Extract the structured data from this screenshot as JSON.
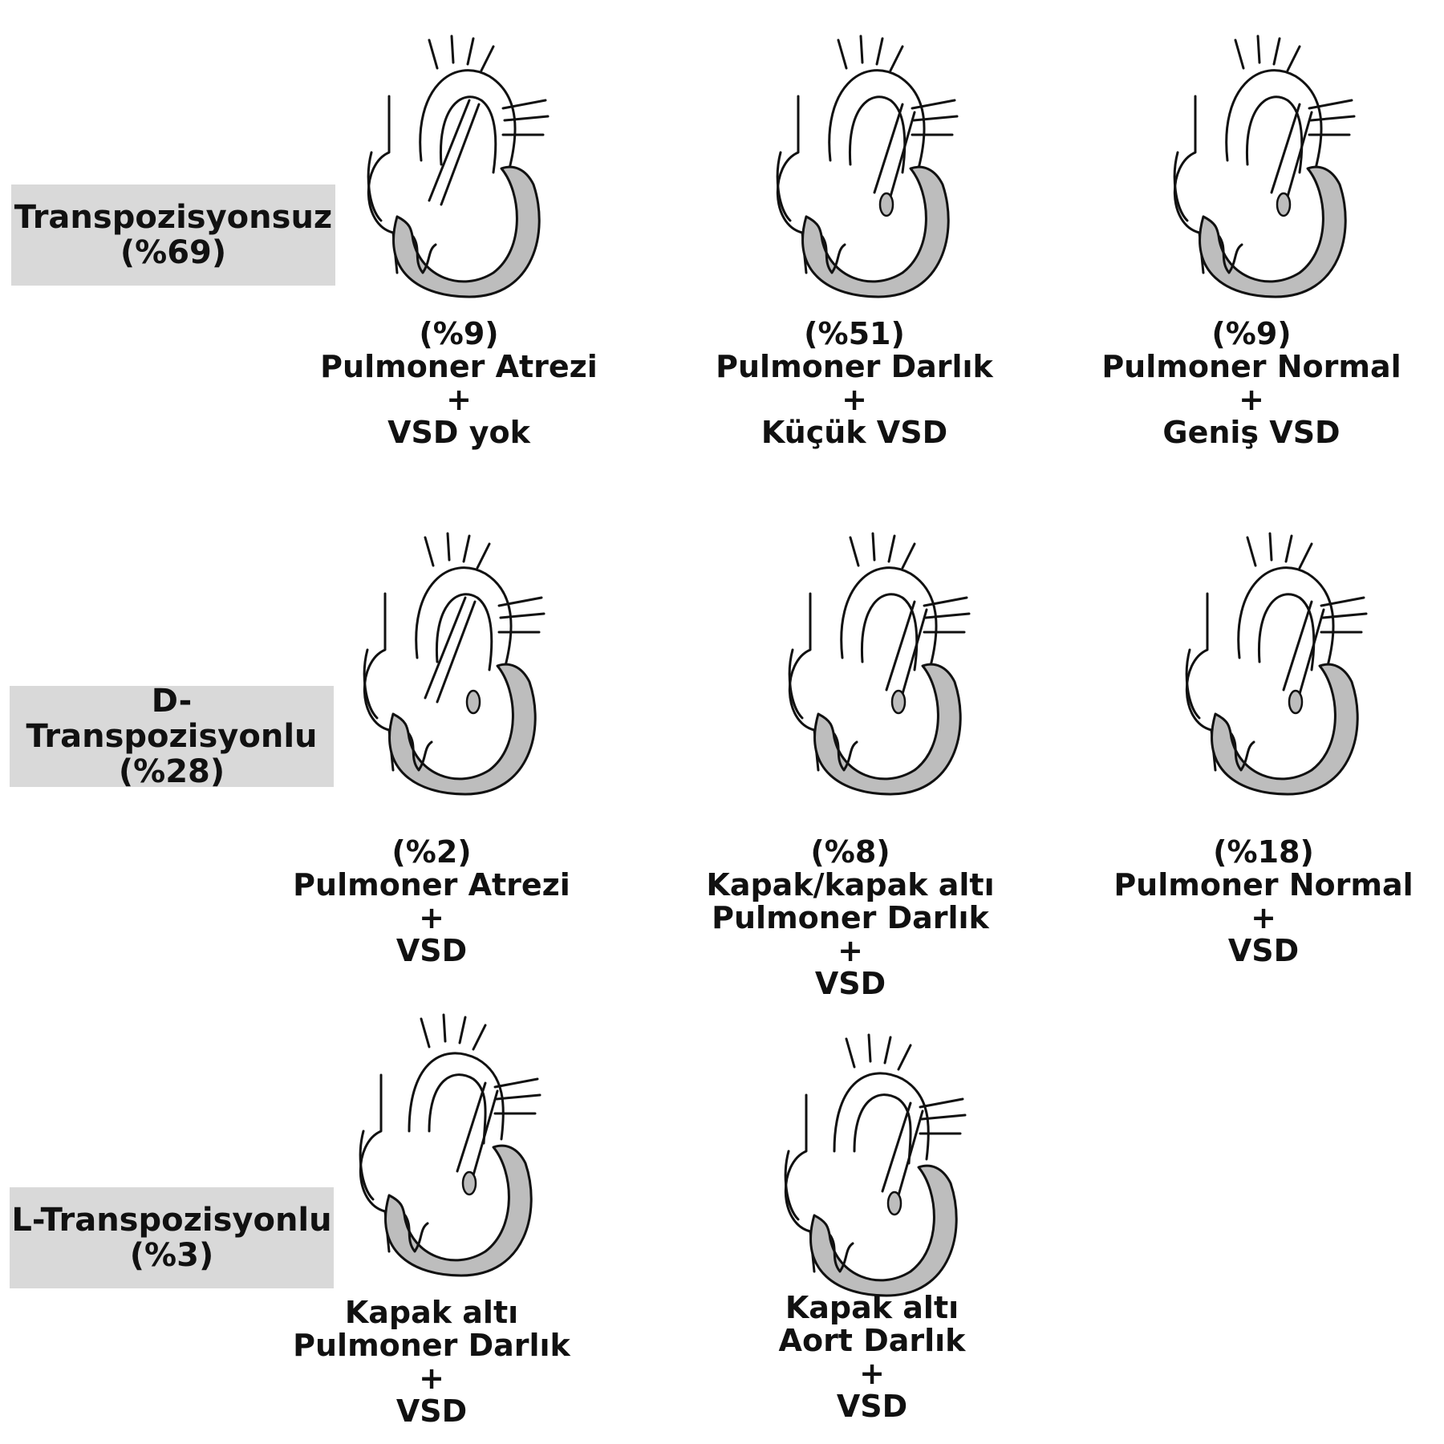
{
  "categories": [
    {
      "label": "Transpozisyonsuz",
      "percent": "(%69)"
    },
    {
      "label": "D-Transpozisyonlu",
      "percent": "(%28)"
    },
    {
      "label": "L-Transpozisyonlu",
      "percent": "(%3)"
    }
  ],
  "colors": {
    "category_box": "#d9d9d9",
    "myocardium": "#bdbdbd",
    "line": "#111111"
  },
  "diagrams": [
    {
      "icon": "heart-pulmonary-atresia-no-vsd-icon",
      "lines": [
        "(%9)",
        "Pulmoner Atrezi",
        "+",
        "VSD yok"
      ]
    },
    {
      "icon": "heart-pulmonary-stenosis-small-vsd-icon",
      "lines": [
        "(%51)",
        "Pulmoner Darlık",
        "+",
        "Küçük VSD"
      ]
    },
    {
      "icon": "heart-pulmonary-normal-large-vsd-icon",
      "lines": [
        "(%9)",
        "Pulmoner Normal",
        "+",
        "Geniş VSD"
      ]
    },
    {
      "icon": "heart-dtga-pulmonary-atresia-vsd-icon",
      "lines": [
        "(%2)",
        "Pulmoner Atrezi",
        "+",
        "VSD"
      ]
    },
    {
      "icon": "heart-dtga-pulmonary-stenosis-vsd-icon",
      "lines": [
        "(%8)",
        "Kapak/kapak altı",
        "Pulmoner Darlık",
        "+",
        "VSD"
      ]
    },
    {
      "icon": "heart-dtga-pulmonary-normal-vsd-icon",
      "lines": [
        "(%18)",
        "Pulmoner Normal",
        "+",
        "VSD"
      ]
    },
    {
      "icon": "heart-ltga-subvalvular-pulmonary-stenosis-vsd-icon",
      "lines": [
        "Kapak altı",
        "Pulmoner Darlık",
        "+",
        "VSD"
      ]
    },
    {
      "icon": "heart-ltga-subvalvular-aortic-stenosis-vsd-icon",
      "lines": [
        "Kapak altı",
        "Aort Darlık",
        "+",
        "VSD"
      ]
    }
  ]
}
